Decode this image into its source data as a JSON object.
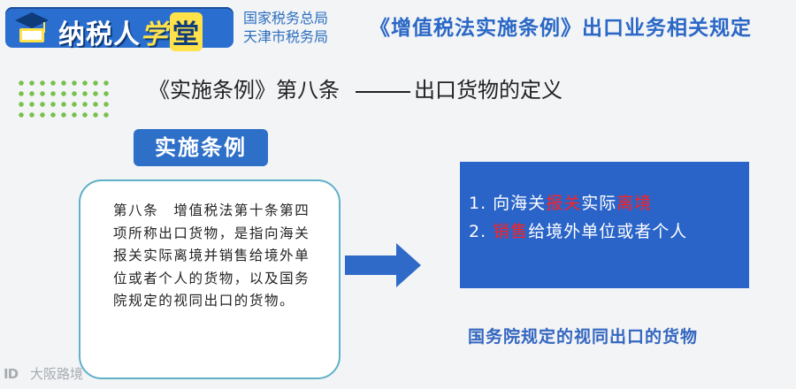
{
  "header": {
    "logo_text_part1": "纳税人",
    "logo_text_part2": "学",
    "logo_text_part3": "堂",
    "org_line1": "国家税务总局",
    "org_line2": "天津市税务局",
    "title": "《增值税法实施条例》出口业务相关规定"
  },
  "subtitle": {
    "left": "《实施条例》第八条",
    "right": "出口货物的定义"
  },
  "regulation": {
    "label": "实施条例",
    "text": "第八条　增值税法第十条第四项所称出口货物，是指向海关报关实际离境并销售给境外单位或者个人的货物，以及国务院规定的视同出口的货物。"
  },
  "panel": {
    "item1_num": "1. ",
    "item1_a": "向海关",
    "item1_b": "报关",
    "item1_c": "实际",
    "item1_d": "离境",
    "item2_num": "2. ",
    "item2_a": "销售",
    "item2_b": "给境外单位或者个人"
  },
  "caption": "国务院规定的视同出口的货物",
  "watermark": "大阪路境",
  "colors": {
    "accent_blue": "#2a64c8",
    "highlight_red": "#ff2020",
    "dot_green": "#78c04a",
    "title_blue": "#2a67c6"
  }
}
